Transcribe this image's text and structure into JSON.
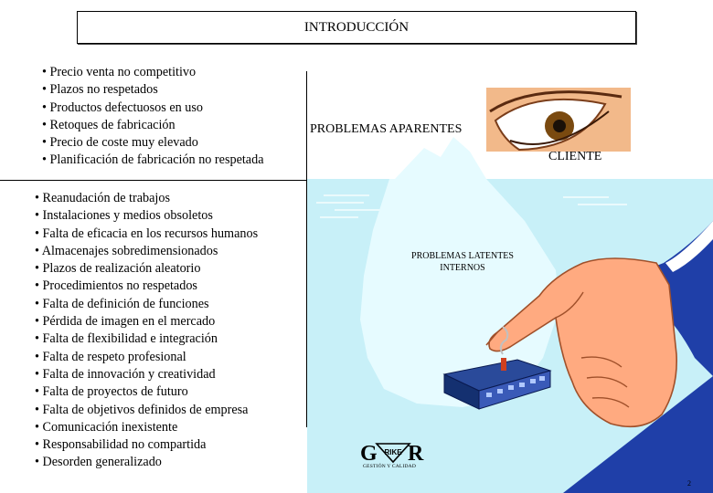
{
  "title": "INTRODUCCIÓN",
  "top_list": [
    "• Precio venta no competitivo",
    "• Plazos no respetados",
    "• Productos defectuosos en uso",
    "• Retoques de fabricación",
    "• Precio de coste muy elevado",
    "• Planificación de fabricación no respetada"
  ],
  "bottom_list": [
    "• Reanudación de trabajos",
    "• Instalaciones y medios obsoletos",
    "• Falta de eficacia en los recursos humanos",
    "• Almacenajes sobredimensionados",
    "• Plazos de realización aleatorio",
    "• Procedimientos no respetados",
    "• Falta de definición de funciones",
    "• Pérdida de imagen en el mercado",
    "• Falta de flexibilidad e integración",
    "• Falta de respeto profesional",
    "• Falta de innovación y creatividad",
    "• Falta de proyectos de futuro",
    "• Falta de objetivos definidos de empresa",
    "• Comunicación inexistente",
    "• Responsabilidad no compartida",
    "• Desorden generalizado"
  ],
  "labels": {
    "apparent": "PROBLEMAS APARENTES",
    "client": "CLIENTE",
    "latent_line1": "PROBLEMAS LATENTES",
    "latent_line2": "INTERNOS"
  },
  "logo": {
    "left": "G",
    "middle": "RIKE",
    "right": "R",
    "subtitle": "GESTIÓN Y CALIDAD"
  },
  "page_number": "2",
  "colors": {
    "water": "#c8f0f8",
    "iceberg": "#e6fbff",
    "hand": "#ffaa80",
    "sleeve": "#1f3fa8",
    "eye_skin": "#f2b98a",
    "iris": "#7a4a10"
  }
}
